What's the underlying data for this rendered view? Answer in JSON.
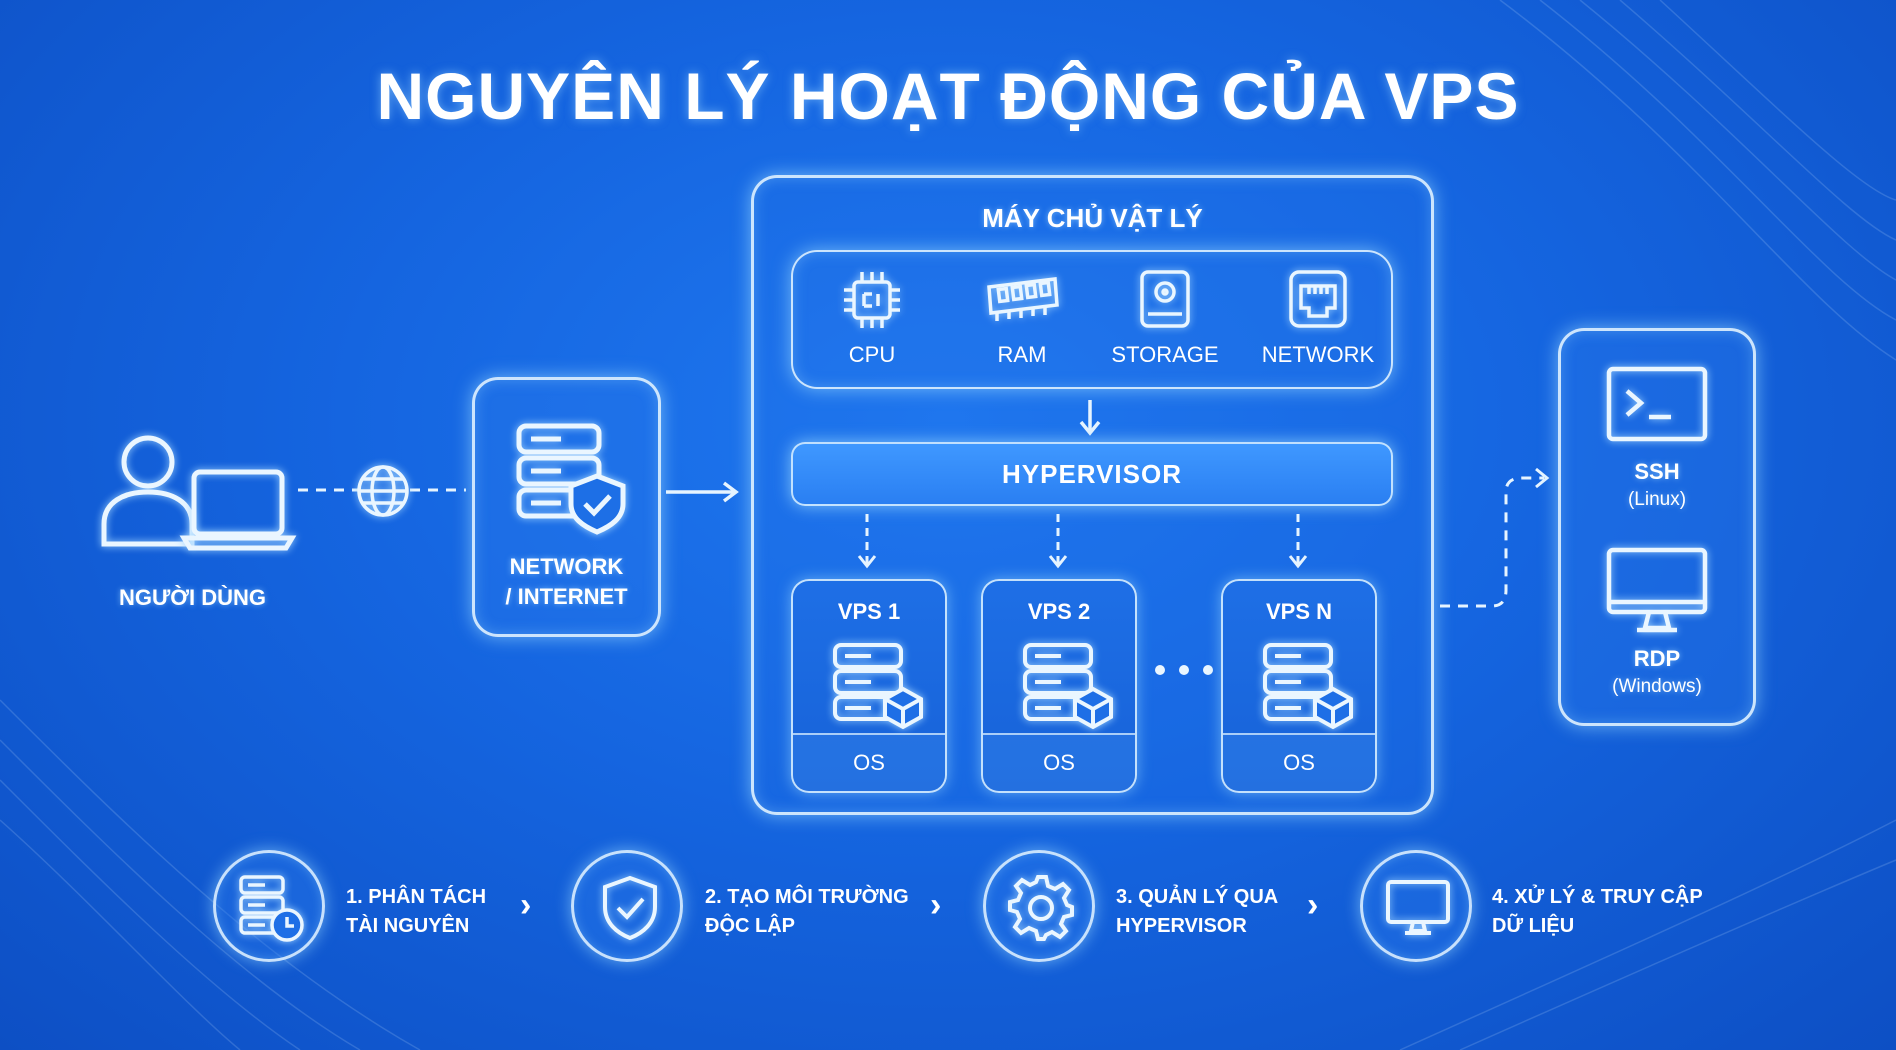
{
  "title": "NGUYÊN LÝ HOẠT ĐỘNG CỦA VPS",
  "user": {
    "label": "NGƯỜI DÙNG",
    "icons": [
      "user-icon",
      "laptop-icon",
      "globe-icon"
    ]
  },
  "network": {
    "label": "NETWORK\n/ INTERNET",
    "icon": "server-shield-icon"
  },
  "physical_server": {
    "title": "MÁY CHỦ VẬT LÝ",
    "resources": [
      {
        "label": "CPU",
        "icon": "cpu-icon"
      },
      {
        "label": "RAM",
        "icon": "ram-icon"
      },
      {
        "label": "STORAGE",
        "icon": "storage-icon"
      },
      {
        "label": "NETWORK",
        "icon": "network-port-icon"
      }
    ],
    "hypervisor": "HYPERVISOR",
    "vps": [
      {
        "name": "VPS 1",
        "os": "OS"
      },
      {
        "name": "VPS 2",
        "os": "OS"
      },
      {
        "name": "VPS N",
        "os": "OS"
      }
    ]
  },
  "access": [
    {
      "label": "SSH",
      "sub": "(Linux)",
      "icon": "terminal-icon"
    },
    {
      "label": "RDP",
      "sub": "(Windows)",
      "icon": "monitor-icon"
    }
  ],
  "steps": [
    {
      "text": "1. PHÂN TÁCH\n TÀI NGUYÊN",
      "icon": "server-clock-icon"
    },
    {
      "text": "2. TẠO MÔI TRƯỜNG\n ĐỘC LẬP",
      "icon": "shield-check-icon"
    },
    {
      "text": "3. QUẢN LÝ QUA\n HYPERVISOR",
      "icon": "gear-icon"
    },
    {
      "text": "4. XỬ LÝ & TRUY CẬP\n DỮ LIỆU",
      "icon": "monitor-icon"
    }
  ],
  "colors": {
    "background": "#1565e0",
    "line": "#e6f4ff",
    "hypervisor": "#3f98ff"
  }
}
